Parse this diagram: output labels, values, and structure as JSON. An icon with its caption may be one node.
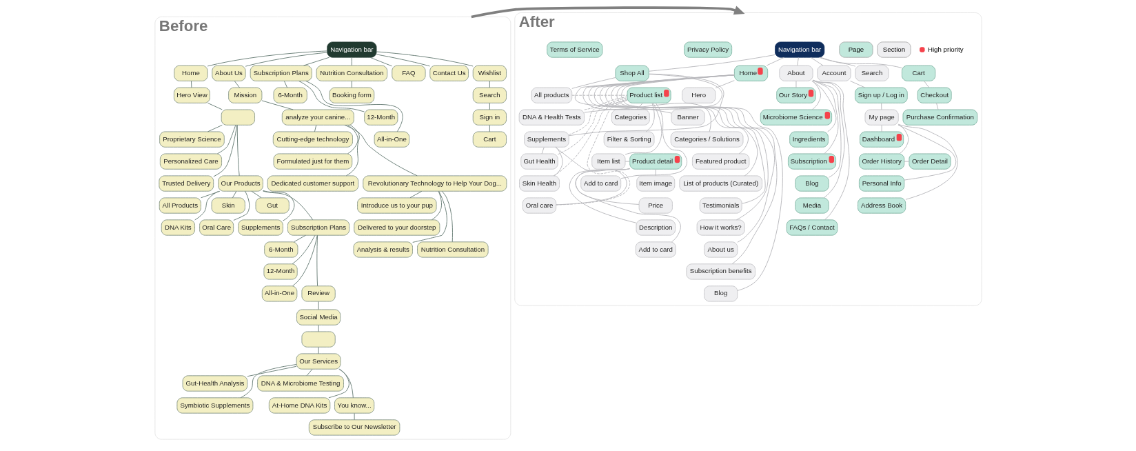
{
  "diagram": {
    "nodes": [
      {
        "text": [
          "Before"
        ]
      },
      {
        "text": [
          "Navigation bar"
        ],
        "in": 0
      },
      {
        "text": [
          "Home"
        ],
        "in": 0
      },
      {
        "text": [
          "Hero View"
        ],
        "in": 0
      },
      {
        "text": [],
        "shape": "box",
        "in": 0
      },
      {
        "text": [
          "Proprietary Science"
        ],
        "in": 0
      },
      {
        "text": [
          "Personalized Care"
        ],
        "in": 0
      },
      {
        "text": [
          "Trusted Delivery"
        ],
        "in": 0
      },
      {
        "text": [
          "Our Products"
        ],
        "in": 0
      },
      {
        "text": [
          "All Products"
        ],
        "in": 0
      },
      {
        "text": [
          "DNA Kits"
        ],
        "in": 0
      },
      {
        "text": [
          "Skin"
        ],
        "in": 0
      },
      {
        "text": [
          "Oral Care"
        ],
        "in": 0
      },
      {
        "text": [
          "Gut"
        ],
        "in": 0
      },
      {
        "text": [
          "Supplements"
        ],
        "in": 0
      },
      {
        "text": [
          "Subscription Plans"
        ],
        "in": 0
      },
      {
        "text": [
          "6-Month"
        ],
        "in": 0
      },
      {
        "text": [
          "12-Month"
        ],
        "in": 0
      },
      {
        "text": [
          "All-in-One"
        ],
        "in": 0
      },
      {
        "text": [
          "Review"
        ],
        "in": 0
      },
      {
        "text": [
          "Social Media"
        ],
        "in": 0
      },
      {
        "text": [],
        "shape": "box",
        "in": 0
      },
      {
        "text": [
          "Our Services"
        ],
        "in": 0
      },
      {
        "text": [
          "Gut-Health Analysis"
        ],
        "in": 0
      },
      {
        "text": [
          "Symbiotic Supplements"
        ],
        "in": 0
      },
      {
        "text": [
          "DNA & Microbiome Testing"
        ],
        "in": 0
      },
      {
        "text": [
          "At-Home DNA Kits"
        ],
        "in": 0
      },
      {
        "text": [
          "You know..."
        ],
        "in": 0
      },
      {
        "text": [
          "Subscribe to Our Newsletter"
        ],
        "in": 0
      },
      {
        "text": [
          "About Us"
        ],
        "in": 0
      },
      {
        "text": [
          "Mission"
        ],
        "in": 0
      },
      {
        "text": [
          "analyze your canine..."
        ],
        "in": 0
      },
      {
        "text": [
          "Cutting-edge technology"
        ],
        "in": 0
      },
      {
        "text": [
          "Formulated just for them"
        ],
        "in": 0
      },
      {
        "text": [
          "Dedicated customer support"
        ],
        "in": 0
      },
      {
        "text": [
          "Revolutionary Technology to Help Your Dog..."
        ],
        "in": 0
      },
      {
        "text": [
          "Introduce us to your pup"
        ],
        "in": 0
      },
      {
        "text": [
          "Delivered to your doorstep"
        ],
        "in": 0
      },
      {
        "text": [
          "Analysis & results"
        ],
        "in": 0
      },
      {
        "text": [
          "Nutrition Consultation"
        ],
        "in": 0
      },
      {
        "text": [
          "Subscription Plans"
        ],
        "in": 0
      },
      {
        "text": [
          "6-Month"
        ],
        "in": 0
      },
      {
        "text": [
          "12-Month"
        ],
        "in": 0
      },
      {
        "text": [
          "All-in-One"
        ],
        "in": 0
      },
      {
        "text": [
          "Nutrition Consultation"
        ],
        "in": 0
      },
      {
        "text": [
          "Booking form"
        ],
        "in": 0
      },
      {
        "text": [
          "FAQ"
        ],
        "in": 0
      },
      {
        "text": [
          "Contact Us"
        ],
        "in": 0
      },
      {
        "text": [
          "Wishlist"
        ],
        "in": 0
      },
      {
        "text": [
          "Search"
        ],
        "in": 0
      },
      {
        "text": [
          "Sign in"
        ],
        "in": 0
      },
      {
        "text": [
          "Cart"
        ],
        "in": 0
      },
      {
        "text": [
          "After"
        ]
      },
      {
        "text": [
          "Navigation bar"
        ],
        "in": 52
      },
      {
        "text": [
          "Home"
        ],
        "in": 52
      },
      {
        "text": [
          "Hero"
        ],
        "in": 52
      },
      {
        "text": [
          "Banner"
        ],
        "in": 52
      },
      {
        "text": [
          "Categories / Solutions"
        ],
        "in": 52
      },
      {
        "text": [
          "Featured product"
        ],
        "in": 52
      },
      {
        "text": [
          "List of products (Curated)"
        ],
        "in": 52
      },
      {
        "text": [
          "Testimonials"
        ],
        "in": 52
      },
      {
        "text": [
          "How it works?"
        ],
        "in": 52
      },
      {
        "text": [
          "About us"
        ],
        "in": 52
      },
      {
        "text": [
          "Subscription benefits"
        ],
        "in": 52
      },
      {
        "text": [
          "Blog"
        ],
        "in": 52
      },
      {
        "text": [
          "Shop All"
        ],
        "in": 52
      },
      {
        "text": [
          "All products"
        ],
        "in": 52
      },
      {
        "text": [
          "DNA & Health Tests"
        ],
        "in": 52
      },
      {
        "text": [
          "Supplements"
        ],
        "in": 52
      },
      {
        "text": [
          "Gut Health"
        ],
        "in": 52
      },
      {
        "text": [
          "Skin Health"
        ],
        "in": 52
      },
      {
        "text": [
          "Oral care"
        ],
        "in": 52
      },
      {
        "text": [
          "Product list"
        ],
        "in": 52
      },
      {
        "text": [
          "Categories"
        ],
        "in": 52
      },
      {
        "text": [
          "Filter & Sorting"
        ],
        "in": 52
      },
      {
        "text": [
          "Item list"
        ],
        "in": 52
      },
      {
        "text": [
          "Add to card"
        ],
        "in": 52
      },
      {
        "text": [
          "Product detail"
        ],
        "in": 52
      },
      {
        "text": [
          "Item image"
        ],
        "in": 52
      },
      {
        "text": [
          "Price"
        ],
        "in": 52
      },
      {
        "text": [
          "Description"
        ],
        "in": 52
      },
      {
        "text": [
          "Add to card"
        ],
        "in": 52
      },
      {
        "text": [
          "Privacy Policy"
        ],
        "in": 52
      },
      {
        "text": [
          "Terms of Service"
        ],
        "in": 52
      },
      {
        "text": [
          "About"
        ],
        "in": 52
      },
      {
        "text": [
          "Our Story"
        ],
        "in": 52
      },
      {
        "text": [
          "Microbiome Science"
        ],
        "in": 52
      },
      {
        "text": [
          "Ingredients"
        ],
        "in": 52
      },
      {
        "text": [
          "Subscription"
        ],
        "in": 52
      },
      {
        "text": [
          "Blog"
        ],
        "in": 52
      },
      {
        "text": [
          "Media"
        ],
        "in": 52
      },
      {
        "text": [
          "FAQs / Contact"
        ],
        "in": 52
      },
      {
        "text": [
          "Account"
        ],
        "in": 52
      },
      {
        "text": [
          "Sign up / Log in"
        ],
        "in": 52
      },
      {
        "text": [
          "My page"
        ],
        "in": 52
      },
      {
        "text": [
          "Dashboard"
        ],
        "in": 52
      },
      {
        "text": [
          "Order History"
        ],
        "in": 52
      },
      {
        "text": [
          "Order Detail"
        ],
        "in": 52
      },
      {
        "text": [
          "Personal Info"
        ],
        "in": 52
      },
      {
        "text": [
          "Address Book"
        ],
        "in": 52
      },
      {
        "text": [
          "Search"
        ],
        "in": 52
      },
      {
        "text": [
          "Cart"
        ],
        "in": 52
      },
      {
        "text": [
          "Checkout"
        ],
        "in": 52
      },
      {
        "text": [
          "Purchase Confirmation"
        ],
        "in": 52
      }
    ],
    "edges": [
      {
        "from": 1,
        "to": 2,
        "arrow": "none",
        "color": "#6b8078"
      },
      {
        "from": 2,
        "to": 3,
        "arrow": "none",
        "color": "#6b8078"
      },
      {
        "from": 3,
        "to": 4,
        "arrow": "none",
        "color": "#6b8078"
      },
      {
        "from": 4,
        "to": 5,
        "arrow": "none",
        "color": "#6b8078"
      },
      {
        "from": 4,
        "to": 6,
        "arrow": "none",
        "color": "#6b8078"
      },
      {
        "from": 4,
        "to": 7,
        "arrow": "none",
        "color": "#6b8078"
      },
      {
        "from": 4,
        "to": 8,
        "arrow": "none",
        "color": "#6b8078"
      },
      {
        "from": 8,
        "to": 9,
        "arrow": "none",
        "color": "#6b8078"
      },
      {
        "from": 8,
        "to": 10,
        "arrow": "none",
        "color": "#6b8078"
      },
      {
        "from": 8,
        "to": 11,
        "arrow": "none",
        "color": "#6b8078"
      },
      {
        "from": 8,
        "to": 12,
        "arrow": "none",
        "color": "#6b8078"
      },
      {
        "from": 8,
        "to": 13,
        "arrow": "none",
        "color": "#6b8078"
      },
      {
        "from": 8,
        "to": 14,
        "arrow": "none",
        "color": "#6b8078"
      },
      {
        "from": 8,
        "to": 15,
        "arrow": "none",
        "color": "#6b8078"
      },
      {
        "from": 15,
        "to": 16,
        "arrow": "none",
        "color": "#6b8078"
      },
      {
        "from": 15,
        "to": 17,
        "arrow": "none",
        "color": "#6b8078"
      },
      {
        "from": 15,
        "to": 18,
        "arrow": "none",
        "color": "#6b8078"
      },
      {
        "from": 15,
        "to": 19,
        "arrow": "none",
        "color": "#6b8078"
      },
      {
        "from": 19,
        "to": 20,
        "arrow": "none",
        "color": "#6b8078"
      },
      {
        "from": 20,
        "to": 21,
        "arrow": "none",
        "color": "#6b8078"
      },
      {
        "from": 21,
        "to": 22,
        "arrow": "none",
        "color": "#6b8078"
      },
      {
        "from": 22,
        "to": 23,
        "arrow": "none",
        "color": "#6b8078"
      },
      {
        "from": 22,
        "to": 24,
        "arrow": "none",
        "color": "#6b8078"
      },
      {
        "from": 22,
        "to": 25,
        "arrow": "none",
        "color": "#6b8078"
      },
      {
        "from": 22,
        "to": 26,
        "arrow": "none",
        "color": "#6b8078"
      },
      {
        "from": 22,
        "to": 27,
        "arrow": "none",
        "color": "#6b8078"
      },
      {
        "from": 27,
        "to": 28,
        "arrow": "none",
        "color": "#6b8078"
      },
      {
        "from": 1,
        "to": 29,
        "arrow": "none",
        "color": "#6b8078"
      },
      {
        "from": 29,
        "to": 30,
        "arrow": "none",
        "color": "#6b8078"
      },
      {
        "from": 30,
        "to": 31,
        "arrow": "none",
        "color": "#6b8078"
      },
      {
        "from": 31,
        "to": 32,
        "arrow": "none",
        "color": "#6b8078"
      },
      {
        "from": 31,
        "to": 33,
        "arrow": "none",
        "color": "#6b8078"
      },
      {
        "from": 31,
        "to": 34,
        "arrow": "none",
        "color": "#6b8078"
      },
      {
        "from": 31,
        "to": 35,
        "arrow": "none",
        "color": "#6b8078"
      },
      {
        "from": 35,
        "to": 36,
        "arrow": "none",
        "color": "#6b8078"
      },
      {
        "from": 35,
        "to": 37,
        "arrow": "none",
        "color": "#6b8078"
      },
      {
        "from": 35,
        "to": 38,
        "arrow": "none",
        "color": "#6b8078"
      },
      {
        "from": 35,
        "to": 39,
        "arrow": "none",
        "color": "#6b8078"
      },
      {
        "from": 1,
        "to": 40,
        "arrow": "none",
        "color": "#6b8078"
      },
      {
        "from": 40,
        "to": 41,
        "arrow": "none",
        "color": "#6b8078"
      },
      {
        "from": 40,
        "to": 42,
        "arrow": "none",
        "color": "#6b8078"
      },
      {
        "from": 40,
        "to": 43,
        "arrow": "none",
        "color": "#6b8078"
      },
      {
        "from": 1,
        "to": 44,
        "arrow": "none",
        "color": "#6b8078"
      },
      {
        "from": 44,
        "to": 45,
        "arrow": "none",
        "color": "#6b8078"
      },
      {
        "from": 1,
        "to": 46,
        "arrow": "none",
        "color": "#6b8078"
      },
      {
        "from": 1,
        "to": 47,
        "arrow": "none",
        "color": "#6b8078"
      },
      {
        "from": 1,
        "to": 48,
        "arrow": "none",
        "color": "#6b8078"
      },
      {
        "from": 48,
        "to": 49,
        "arrow": "none",
        "color": "#6b8078"
      },
      {
        "from": 49,
        "to": 50,
        "arrow": "none",
        "color": "#6b8078"
      },
      {
        "from": 50,
        "to": 51,
        "arrow": "none",
        "color": "#6b8078"
      },
      {
        "from": 0,
        "to": 52,
        "arrow": "to",
        "style": "thick",
        "color": "#808080"
      },
      {
        "from": 53,
        "to": 54,
        "arrow": "none"
      },
      {
        "from": 54,
        "to": 55,
        "arrow": "none"
      },
      {
        "from": 54,
        "to": 56,
        "arrow": "none"
      },
      {
        "from": 54,
        "to": 57,
        "arrow": "none"
      },
      {
        "from": 54,
        "to": 58,
        "arrow": "none"
      },
      {
        "from": 54,
        "to": 59,
        "arrow": "none"
      },
      {
        "from": 54,
        "to": 60,
        "arrow": "none"
      },
      {
        "from": 54,
        "to": 61,
        "arrow": "none"
      },
      {
        "from": 54,
        "to": 62,
        "arrow": "none"
      },
      {
        "from": 54,
        "to": 63,
        "arrow": "none"
      },
      {
        "from": 54,
        "to": 64,
        "arrow": "none"
      },
      {
        "from": 53,
        "to": 65,
        "arrow": "none"
      },
      {
        "from": 65,
        "to": 66,
        "arrow": "none"
      },
      {
        "from": 65,
        "to": 67,
        "arrow": "none"
      },
      {
        "from": 65,
        "to": 68,
        "arrow": "none"
      },
      {
        "from": 68,
        "to": 69,
        "arrow": "none"
      },
      {
        "from": 68,
        "to": 70,
        "arrow": "none"
      },
      {
        "from": 68,
        "to": 71,
        "arrow": "none"
      },
      {
        "from": 66,
        "to": 72,
        "arrow": "none",
        "style": "dashed"
      },
      {
        "from": 67,
        "to": 72,
        "arrow": "none",
        "style": "dashed"
      },
      {
        "from": 68,
        "to": 72,
        "arrow": "none",
        "style": "dashed"
      },
      {
        "from": 69,
        "to": 72,
        "arrow": "none",
        "style": "dashed"
      },
      {
        "from": 70,
        "to": 72,
        "arrow": "none",
        "style": "dashed"
      },
      {
        "from": 71,
        "to": 72,
        "arrow": "none",
        "style": "dashed"
      },
      {
        "from": 72,
        "to": 73,
        "arrow": "none"
      },
      {
        "from": 72,
        "to": 74,
        "arrow": "none"
      },
      {
        "from": 72,
        "to": 75,
        "arrow": "none"
      },
      {
        "from": 72,
        "to": 76,
        "arrow": "none"
      },
      {
        "from": 75,
        "to": 77,
        "arrow": "none"
      },
      {
        "from": 77,
        "to": 78,
        "arrow": "none"
      },
      {
        "from": 77,
        "to": 79,
        "arrow": "none"
      },
      {
        "from": 77,
        "to": 80,
        "arrow": "none"
      },
      {
        "from": 77,
        "to": 81,
        "arrow": "none"
      },
      {
        "from": 53,
        "to": 84,
        "arrow": "none"
      },
      {
        "from": 84,
        "to": 85,
        "arrow": "none"
      },
      {
        "from": 84,
        "to": 86,
        "arrow": "none"
      },
      {
        "from": 84,
        "to": 87,
        "arrow": "none"
      },
      {
        "from": 84,
        "to": 88,
        "arrow": "none"
      },
      {
        "from": 84,
        "to": 89,
        "arrow": "none"
      },
      {
        "from": 84,
        "to": 90,
        "arrow": "none"
      },
      {
        "from": 84,
        "to": 91,
        "arrow": "none"
      },
      {
        "from": 53,
        "to": 92,
        "arrow": "none"
      },
      {
        "from": 92,
        "to": 93,
        "arrow": "none"
      },
      {
        "from": 93,
        "to": 94,
        "arrow": "none"
      },
      {
        "from": 94,
        "to": 95,
        "arrow": "none"
      },
      {
        "from": 94,
        "to": 96,
        "arrow": "none"
      },
      {
        "from": 94,
        "to": 98,
        "arrow": "none"
      },
      {
        "from": 94,
        "to": 99,
        "arrow": "none"
      },
      {
        "from": 96,
        "to": 97,
        "arrow": "none"
      },
      {
        "from": 53,
        "to": 100,
        "arrow": "none"
      },
      {
        "from": 53,
        "to": 101,
        "arrow": "none"
      },
      {
        "from": 101,
        "to": 102,
        "arrow": "none"
      },
      {
        "from": 102,
        "to": 103,
        "arrow": "none"
      }
    ],
    "legend": [
      {
        "text": "Page",
        "color": "#c1e8dc"
      },
      {
        "text": "Section",
        "color": "#efeff1"
      },
      {
        "text": "High priority",
        "color": "#f5424b"
      }
    ]
  }
}
